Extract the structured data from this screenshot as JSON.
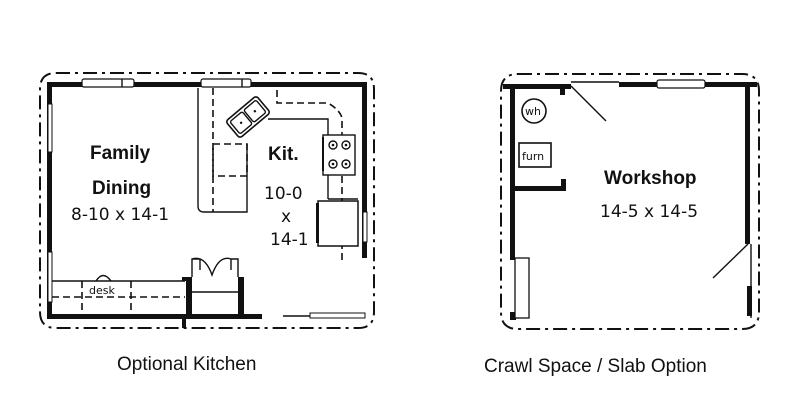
{
  "plans": [
    {
      "caption": "Optional Kitchen",
      "rooms": [
        {
          "name": "Family",
          "name2": "Dining",
          "dimensions": "8-10 x 14-1"
        },
        {
          "name": "Kit.",
          "dim_line1": "10-0",
          "dim_line2": "x",
          "dim_line3": "14-1"
        }
      ],
      "fixtures": {
        "desk_label": "desk"
      }
    },
    {
      "caption": "Crawl Space / Slab Option",
      "rooms": [
        {
          "name": "Workshop",
          "dimensions": "14-5 x 14-5"
        }
      ],
      "fixtures": {
        "water_heater_label": "wh",
        "furnace_label": "furn"
      }
    }
  ],
  "colors": {
    "ink": "#111111",
    "background": "#ffffff"
  }
}
